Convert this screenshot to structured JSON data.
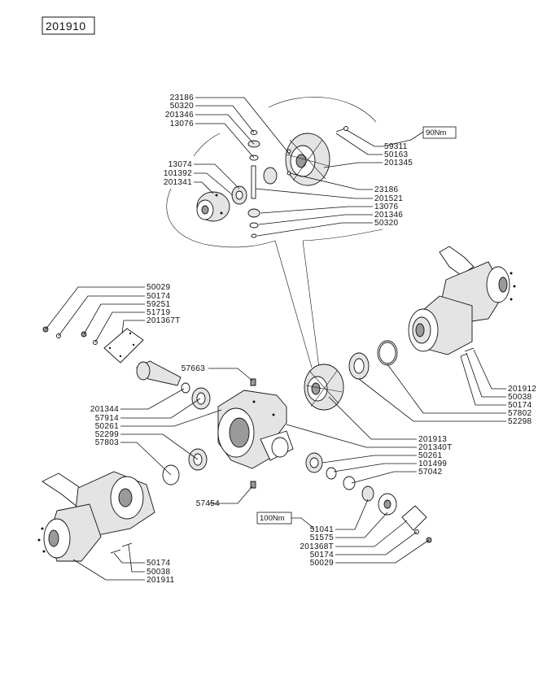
{
  "assembly_number": "201910",
  "torque": {
    "top": "90Nm",
    "bottom": "100Nm"
  },
  "labels": {
    "detail": [
      "23186",
      "50320",
      "201346",
      "13076",
      "13074",
      "101392",
      "201341"
    ],
    "detail_right_top": [
      "59311",
      "50163",
      "201345"
    ],
    "detail_right_bottom": [
      "23186",
      "201521",
      "13076",
      "201346",
      "50320"
    ],
    "cover_group": [
      "50029",
      "50174",
      "59251",
      "51719",
      "201367T"
    ],
    "left_mid": [
      "201344",
      "57914",
      "50261",
      "52299",
      "57803"
    ],
    "housing_top": "57663",
    "housing_bottom": "57454",
    "right_upper": [
      "201912",
      "50038",
      "50174",
      "57802",
      "52298"
    ],
    "right_mid": [
      "201913",
      "201340T",
      "50261",
      "101499",
      "57042"
    ],
    "right_lower": [
      "51041",
      "51575",
      "201368T",
      "50174",
      "50029"
    ],
    "left_lower": [
      "50174",
      "50038",
      "201911"
    ]
  }
}
